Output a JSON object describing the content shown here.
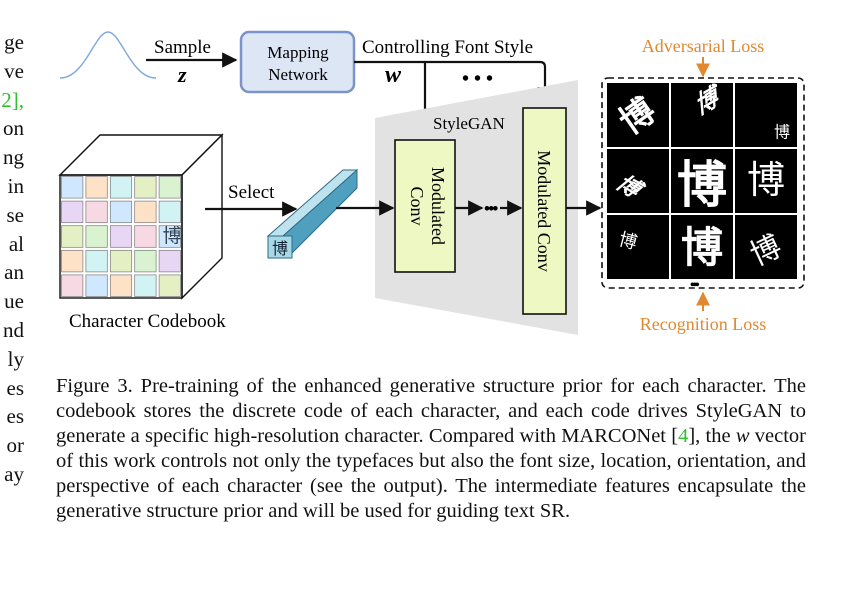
{
  "left_column": {
    "lines": [
      "ge",
      "ve",
      "2],",
      "on",
      "ng",
      "in",
      "se",
      "al",
      "an",
      "ue",
      "nd",
      "ly",
      "es",
      "es",
      "or",
      "ay"
    ]
  },
  "figure": {
    "sample_label": "Sample",
    "z_symbol": "z",
    "mapping_network_line1": "Mapping",
    "mapping_network_line2": "Network",
    "w_symbol": "w",
    "controlling_label": "Controlling Font Style",
    "ellipsis": "• • •",
    "stylegan_label": "StyleGAN",
    "modulated_conv_1_line1": "Modulated",
    "modulated_conv_1_line2": "Conv",
    "modulated_conv_2": "Modulated Conv",
    "select_label": "Select",
    "codebook_label": "Character Codebook",
    "char_glyph": "博",
    "adversarial_loss": "Adversarial Loss",
    "recognition_loss": "Recognition Loss"
  },
  "caption": {
    "prefix": "Figure 3.  Pre-training of the enhanced generative structure prior for each character. The codebook stores the discrete code of each character, and each code drives StyleGAN to generate a specific high-resolution character. Compared with MARCONet [",
    "cite": "4",
    "middle": "], the ",
    "w_italic": "w",
    "suffix": " vector of this work controls not only the typefaces but also the font size, location, orientation, and perspective of each character (see the output). The intermediate features encapsulate the generative structure prior and will be used for guiding text SR."
  },
  "colors": {
    "mapping_fill": "#dce6f5",
    "mapping_stroke": "#7b93c9",
    "conv_fill": "#edf8c2",
    "trapezoid_fill": "#e2e2e2",
    "loss_orange": "#e0892f",
    "cite_green": "#2fbf2f"
  }
}
